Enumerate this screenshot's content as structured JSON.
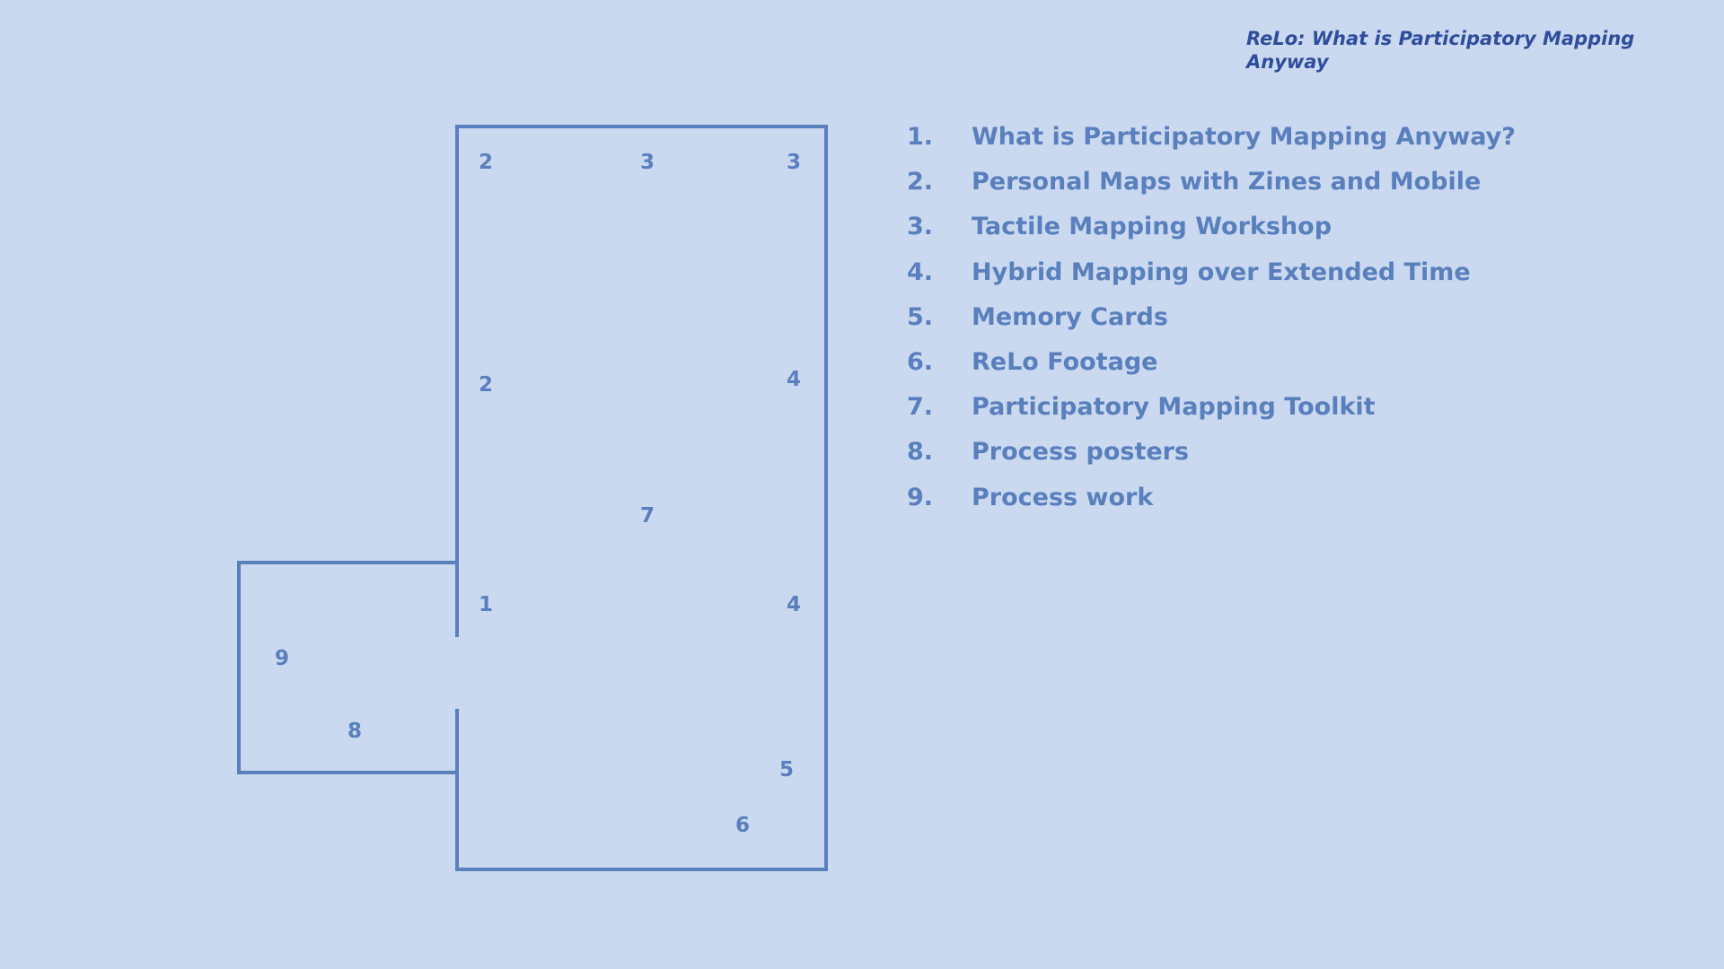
{
  "header": {
    "title": "ReLo: What is Participatory Mapping Anyway"
  },
  "colors": {
    "background": "#cad9f0",
    "line": "#5a7fbd",
    "header": "#2f4d9c"
  },
  "floor_plan": {
    "labels": [
      "2",
      "3",
      "3",
      "2",
      "4",
      "7",
      "1",
      "4",
      "9",
      "8",
      "5",
      "6"
    ]
  },
  "legend": [
    {
      "num": "1.",
      "text": "What is Participatory Mapping Anyway?"
    },
    {
      "num": "2.",
      "text": "Personal Maps with Zines and Mobile"
    },
    {
      "num": "3.",
      "text": "Tactile Mapping Workshop"
    },
    {
      "num": "4.",
      "text": "Hybrid Mapping over Extended Time"
    },
    {
      "num": "5.",
      "text": "Memory Cards"
    },
    {
      "num": "6.",
      "text": "ReLo Footage"
    },
    {
      "num": "7.",
      "text": "Participatory Mapping Toolkit"
    },
    {
      "num": "8.",
      "text": "Process posters"
    },
    {
      "num": "9.",
      "text": "Process work"
    }
  ]
}
